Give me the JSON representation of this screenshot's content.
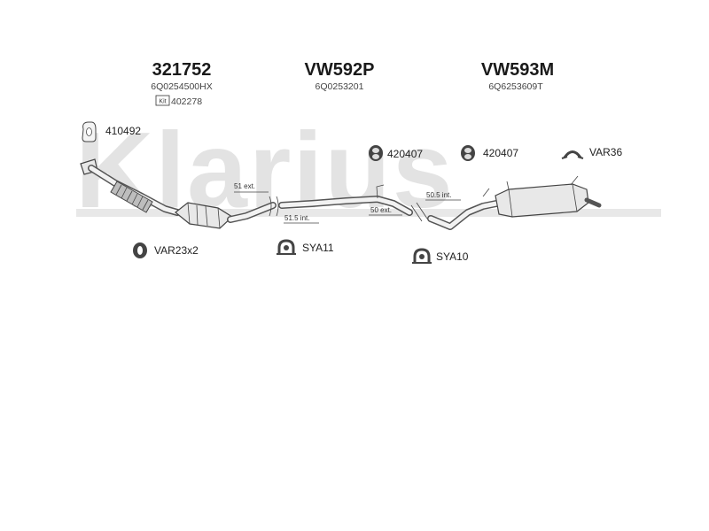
{
  "watermark": "Klarius",
  "parts": [
    {
      "code": "321752",
      "refs": [
        "6Q0254500HX"
      ],
      "kit_label": "Kit",
      "kit_number": "402278"
    },
    {
      "code": "VW592P",
      "refs": [
        "6Q0253201"
      ]
    },
    {
      "code": "VW593M",
      "refs": [
        "6Q6253609T"
      ]
    }
  ],
  "fittings": {
    "gasket": "410492",
    "hanger_rubber_1": "420407",
    "hanger_rubber_2": "420407",
    "clip": "VAR36",
    "rubber_ring": "VAR23x2",
    "clamp_1": "SYA11",
    "clamp_2": "SYA10"
  },
  "dimensions": {
    "joint1_ext": "51 ext.",
    "joint1_int": "51.5 int.",
    "joint2_int": "50.5 int.",
    "joint2_ext": "50 ext."
  }
}
